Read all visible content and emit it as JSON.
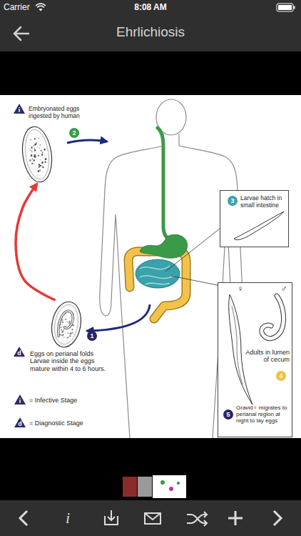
{
  "diagram": {
    "title": "Ehrlichiosis",
    "nodes": [
      {
        "text": [
          "Embryonated eggs ingested by human"
        ]
      },
      {
        "text": [
          "Larvae hatch in small intestine"
        ]
      },
      {
        "text": [
          "Adults in lumen of cecum",
          "Gravid♀ migrates to perianal region at night to lay eggs"
        ]
      },
      {
        "text": [
          "Eggs on perianal folds Larvae inside the eggs mature within 4 to 6 hours."
        ]
      }
    ],
    "edges": [
      {
        "from": 3,
        "to": 0,
        "arrow": "to"
      }
    ],
    "labels": [
      "Carrier",
      "8:08 AM",
      "i",
      "2",
      "3",
      "♀",
      "♂",
      "4",
      "5",
      "d",
      "1",
      "i",
      "d",
      "i"
    ],
    "legend": [
      {
        "text": "= Infective Stage"
      },
      {
        "text": "= Diagnostic Stage"
      }
    ]
  }
}
